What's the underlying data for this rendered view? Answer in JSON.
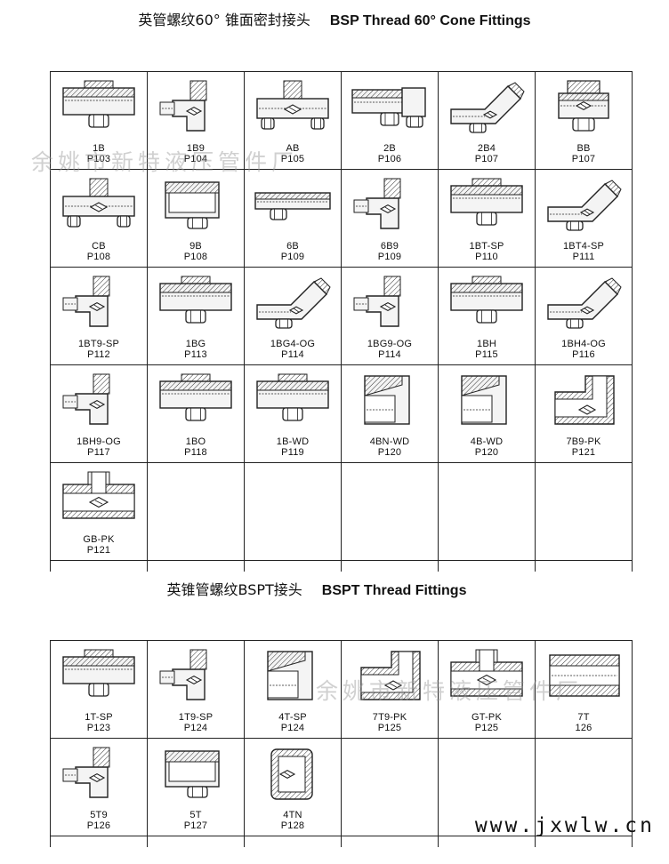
{
  "section1": {
    "title_cn": "英管螺纹60°  锥面密封接头",
    "title_en": "BSP Thread 60°  Cone Fittings",
    "items": [
      {
        "code": "1B",
        "page": "P103",
        "shape": "straight"
      },
      {
        "code": "1B9",
        "page": "P104",
        "shape": "elbow"
      },
      {
        "code": "AB",
        "page": "P105",
        "shape": "tee"
      },
      {
        "code": "2B",
        "page": "P106",
        "shape": "straight-nut"
      },
      {
        "code": "2B4",
        "page": "P107",
        "shape": "elbow45"
      },
      {
        "code": "BB",
        "page": "P107",
        "shape": "bulkhead"
      },
      {
        "code": "CB",
        "page": "P108",
        "shape": "tee"
      },
      {
        "code": "9B",
        "page": "P108",
        "shape": "plug"
      },
      {
        "code": "6B",
        "page": "P109",
        "shape": "long"
      },
      {
        "code": "6B9",
        "page": "P109",
        "shape": "elbow"
      },
      {
        "code": "1BT-SP",
        "page": "P110",
        "shape": "straight"
      },
      {
        "code": "1BT4-SP",
        "page": "P111",
        "shape": "elbow45"
      },
      {
        "code": "1BT9-SP",
        "page": "P112",
        "shape": "elbow"
      },
      {
        "code": "1BG",
        "page": "P113",
        "shape": "straight"
      },
      {
        "code": "1BG4-OG",
        "page": "P114",
        "shape": "elbow45"
      },
      {
        "code": "1BG9-OG",
        "page": "P114",
        "shape": "elbow"
      },
      {
        "code": "1BH",
        "page": "P115",
        "shape": "straight"
      },
      {
        "code": "1BH4-OG",
        "page": "P116",
        "shape": "elbow45"
      },
      {
        "code": "1BH9-OG",
        "page": "P117",
        "shape": "elbow"
      },
      {
        "code": "1BO",
        "page": "P118",
        "shape": "straight"
      },
      {
        "code": "1B-WD",
        "page": "P119",
        "shape": "straight"
      },
      {
        "code": "4BN-WD",
        "page": "P120",
        "shape": "cap"
      },
      {
        "code": "4B-WD",
        "page": "P120",
        "shape": "cap"
      },
      {
        "code": "7B9-PK",
        "page": "P121",
        "shape": "elbow-female"
      },
      {
        "code": "GB-PK",
        "page": "P121",
        "shape": "tee-female"
      }
    ]
  },
  "section2": {
    "title_cn": "英锥管螺纹BSPT接头",
    "title_en": "BSPT Thread Fittings",
    "items": [
      {
        "code": "1T-SP",
        "page": "P123",
        "shape": "straight"
      },
      {
        "code": "1T9-SP",
        "page": "P124",
        "shape": "elbow"
      },
      {
        "code": "4T-SP",
        "page": "P124",
        "shape": "cap"
      },
      {
        "code": "7T9-PK",
        "page": "P125",
        "shape": "elbow-female"
      },
      {
        "code": "GT-PK",
        "page": "P125",
        "shape": "tee-female"
      },
      {
        "code": "7T",
        "page": "126",
        "shape": "coupling"
      },
      {
        "code": "5T9",
        "page": "P126",
        "shape": "elbow"
      },
      {
        "code": "5T",
        "page": "P127",
        "shape": "plug"
      },
      {
        "code": "4TN",
        "page": "P128",
        "shape": "cap-female"
      }
    ]
  },
  "watermark": "余姚市新特液压管件厂",
  "site": "www.jxwlw.cn",
  "colors": {
    "line": "#222222",
    "fill": "#f4f4f4",
    "hatch": "#333333",
    "text": "#111111"
  }
}
